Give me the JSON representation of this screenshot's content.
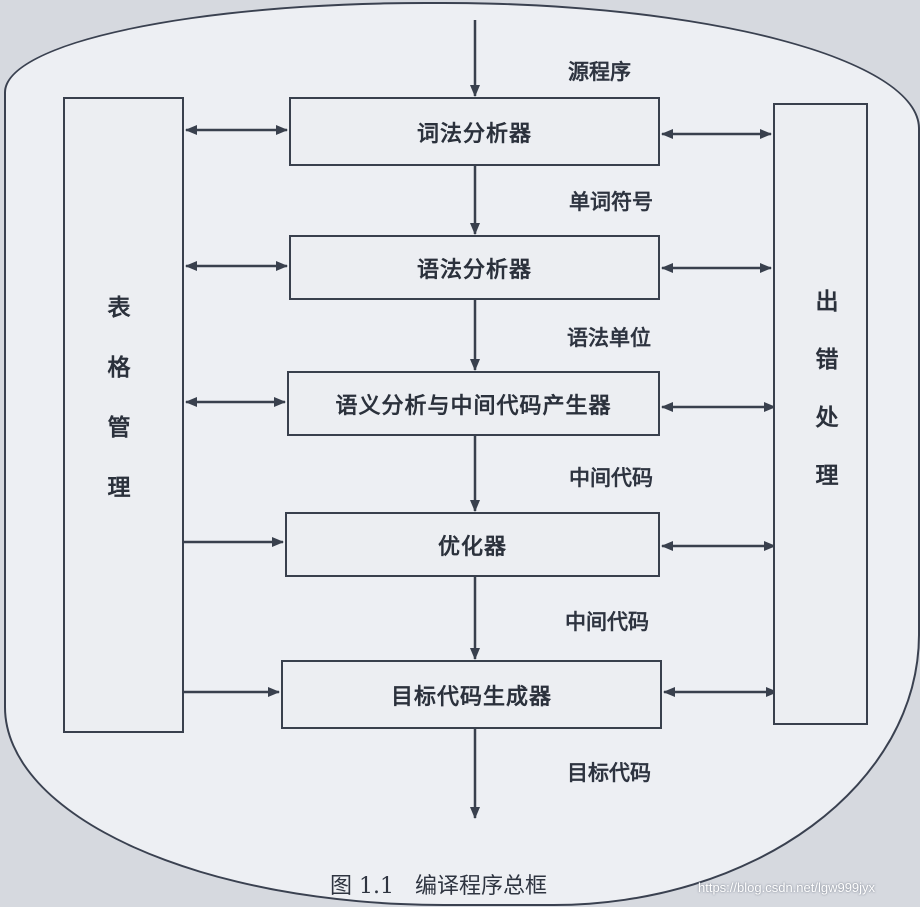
{
  "diagram": {
    "source_label": "源程序",
    "stages": [
      {
        "id": "lexer",
        "label": "词法分析器"
      },
      {
        "id": "parser",
        "label": "语法分析器"
      },
      {
        "id": "semantic",
        "label": "语义分析与中间代码产生器"
      },
      {
        "id": "optimizer",
        "label": "优化器"
      },
      {
        "id": "codegen",
        "label": "目标代码生成器"
      }
    ],
    "flow_labels": [
      "单词符号",
      "语法单位",
      "中间代码",
      "中间代码"
    ],
    "output_label": "目标代码",
    "left_panel": {
      "chars": [
        "表",
        "格",
        "管",
        "理"
      ]
    },
    "right_panel": {
      "chars": [
        "出",
        "错",
        "处",
        "理"
      ]
    },
    "caption": "图 1.1   编译程序总框",
    "watermark": "https://blog.csdn.net/lgw999jyx"
  }
}
